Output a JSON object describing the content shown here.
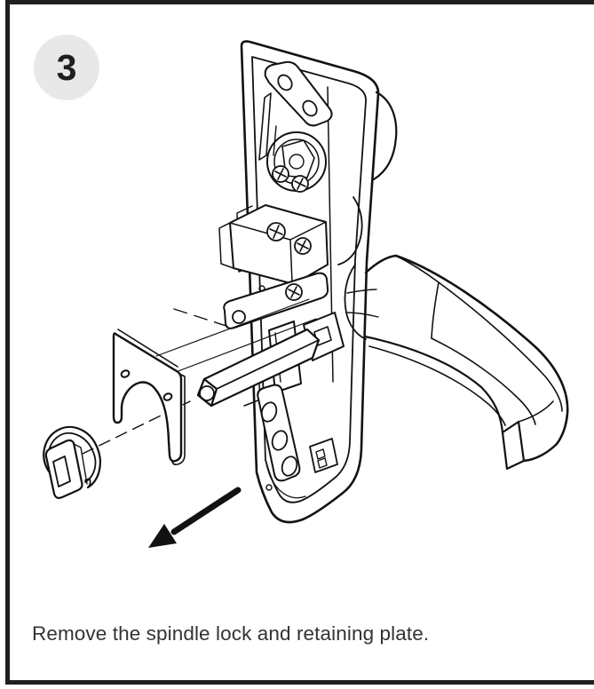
{
  "step": {
    "number": "3"
  },
  "caption": {
    "text": "Remove the spindle lock and retaining plate."
  },
  "illustration": {
    "parts": [
      "lock chassis",
      "lever handle",
      "square spindle",
      "retaining plate",
      "spindle lock"
    ],
    "arrow_direction": "down-left"
  },
  "colors": {
    "frame": "#1f1f1f",
    "line": "#121212",
    "badge_bg": "#e8e8e8",
    "badge_text": "#1f1f1f",
    "caption_text": "#333333",
    "background": "#ffffff"
  }
}
